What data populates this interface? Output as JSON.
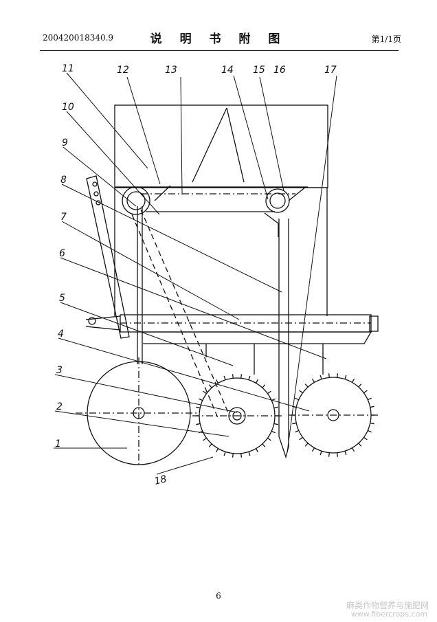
{
  "header": {
    "application_number": "200420018340.9",
    "title": "说 明 书 附 图",
    "page_of": "第1/1页"
  },
  "figure": {
    "part_labels": [
      "1",
      "2",
      "3",
      "4",
      "5",
      "6",
      "7",
      "8",
      "9",
      "10",
      "11",
      "12",
      "13",
      "14",
      "15",
      "16",
      "17",
      "18"
    ]
  },
  "footer": {
    "page_number": "6",
    "watermark_cn": "麻类作物营养与施肥网",
    "watermark_url": "www.fibercrops.com"
  }
}
